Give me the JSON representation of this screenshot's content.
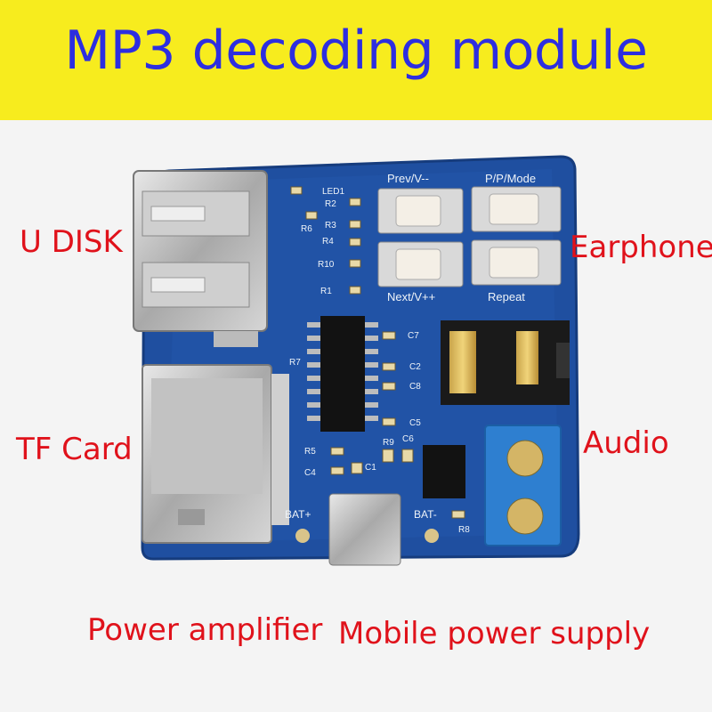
{
  "banner": {
    "title": "MP3 decoding module",
    "background": "#f7ec1e",
    "text_color": "#2d2ee0"
  },
  "labels": {
    "u_disk": "U DISK",
    "earphone": "Earphone",
    "tf_card": "TF Card",
    "audio": "Audio",
    "power_amplifier": "Power amplifier",
    "mobile_power_supply": "Mobile power supply",
    "color": "#e0121b"
  },
  "board": {
    "color": "#1f4fa0",
    "buttons": [
      "Prev/V--",
      "P/P/Mode",
      "Next/V++",
      "Repeat"
    ],
    "silkscreen": [
      "LED1",
      "R2",
      "R6",
      "R3",
      "R4",
      "R10",
      "R1",
      "R7",
      "C7",
      "C2",
      "C8",
      "C5",
      "R9",
      "C6",
      "R5",
      "C1",
      "C4",
      "BAT+",
      "BAT-",
      "R8"
    ]
  }
}
